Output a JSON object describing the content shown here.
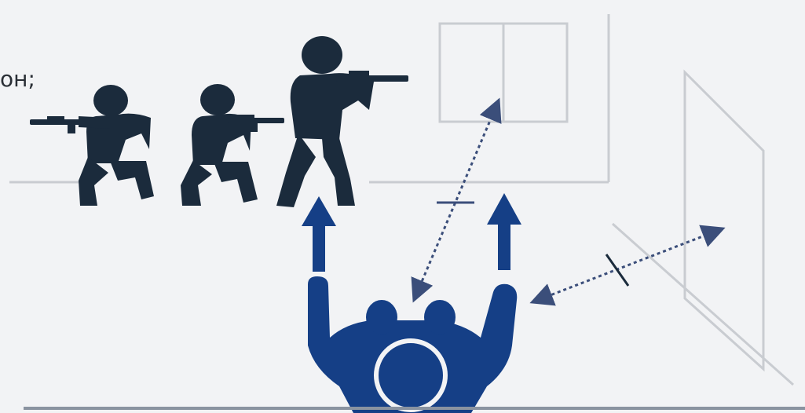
{
  "caption": {
    "fragment": "он;"
  },
  "colors": {
    "background": "#f2f3f5",
    "wall_line": "#c9ccd1",
    "silhouette": "#1b2b3c",
    "arrow_blue": "#153f86",
    "dotted_line": "#3b4e7a",
    "bottom_line": "#8a93a0"
  },
  "figures": {
    "operators": [
      "kneeling-operator-1",
      "kneeling-operator-2",
      "standing-operator"
    ],
    "central": "person-arms-raised"
  },
  "icons": [
    "up-arrow-icon",
    "double-headed-dotted-arrow-icon"
  ]
}
